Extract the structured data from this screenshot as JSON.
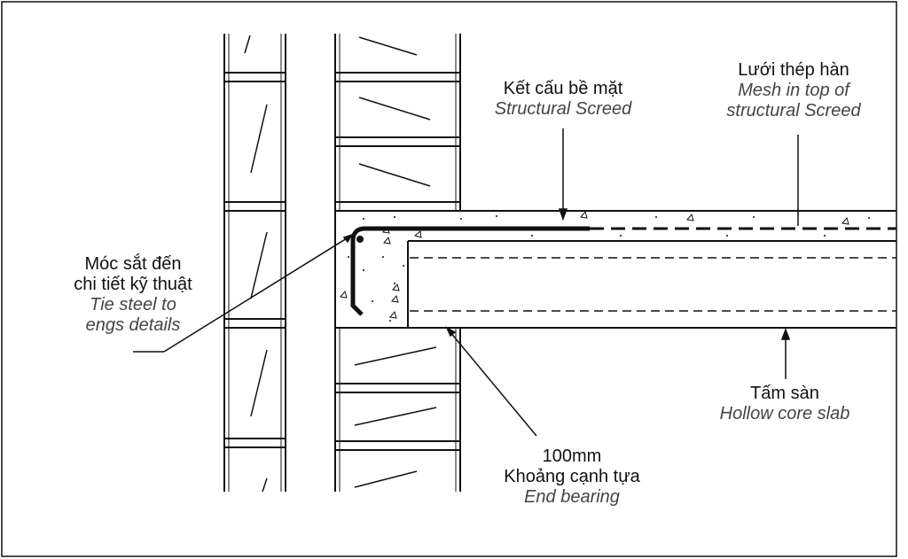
{
  "labels": {
    "screed": {
      "vn": "Kết cấu bề mặt",
      "en": "Structural Screed"
    },
    "mesh": {
      "vn": "Lưới thép hàn",
      "en1": "Mesh in top of",
      "en2": "structural Screed"
    },
    "tie": {
      "vn1": "Móc sắt đến",
      "vn2": "chi tiết kỹ thuật",
      "en1": "Tie steel to",
      "en2": "engs details"
    },
    "slab": {
      "vn": "Tấm sàn",
      "en": "Hollow core slab"
    },
    "bearing": {
      "dim": "100mm",
      "vn": "Khoảng cạnh tựa",
      "en": "End bearing"
    }
  },
  "colors": {
    "line": "#111111",
    "italic_text": "#444444"
  }
}
